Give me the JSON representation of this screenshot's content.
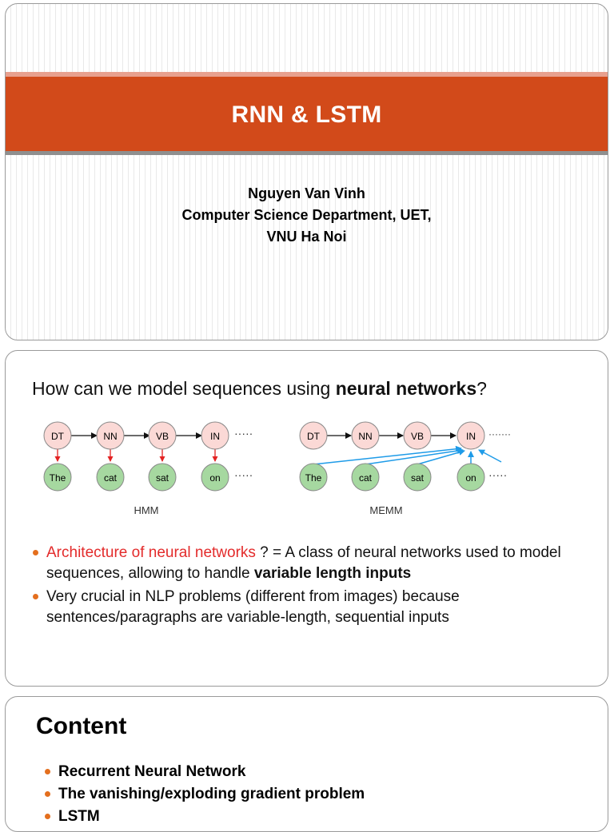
{
  "slide1": {
    "title": "RNN & LSTM",
    "author_lines": [
      "Nguyen Van Vinh",
      "Computer Science Department, UET,",
      "VNU Ha Noi"
    ]
  },
  "slide2": {
    "question_prefix": "How can we model sequences using ",
    "question_bold": "neural networks",
    "question_suffix": "?",
    "diagram": {
      "ellipsis_upper_left": "·····",
      "ellipsis_lower_left": "·····",
      "ellipsis_upper_right": "·······",
      "ellipsis_lower_right": "·····",
      "hmm": {
        "label": "HMM",
        "tags": [
          "DT",
          "NN",
          "VB",
          "IN"
        ],
        "words": [
          "The",
          "cat",
          "sat",
          "on"
        ]
      },
      "memm": {
        "label": "MEMM",
        "tags": [
          "DT",
          "NN",
          "VB",
          "IN"
        ],
        "words": [
          "The",
          "cat",
          "sat",
          "on"
        ]
      },
      "colors": {
        "tag_fill": "#fbd9d6",
        "word_fill": "#a6d8a0",
        "hmm_emission": "#e32222",
        "memm_feature": "#1e9be8"
      }
    },
    "bullet1_red": "Architecture of neural networks",
    "bullet1_mid": " ? = A class of neural networks used to model sequences, allowing to handle ",
    "bullet1_bold": "variable length inputs",
    "bullet2": "Very crucial in NLP problems (different from images) because sentences/paragraphs are variable-length, sequential inputs"
  },
  "slide3": {
    "title": "Content",
    "items": [
      "Recurrent Neural Network",
      "The vanishing/exploding gradient problem",
      "LSTM"
    ]
  }
}
